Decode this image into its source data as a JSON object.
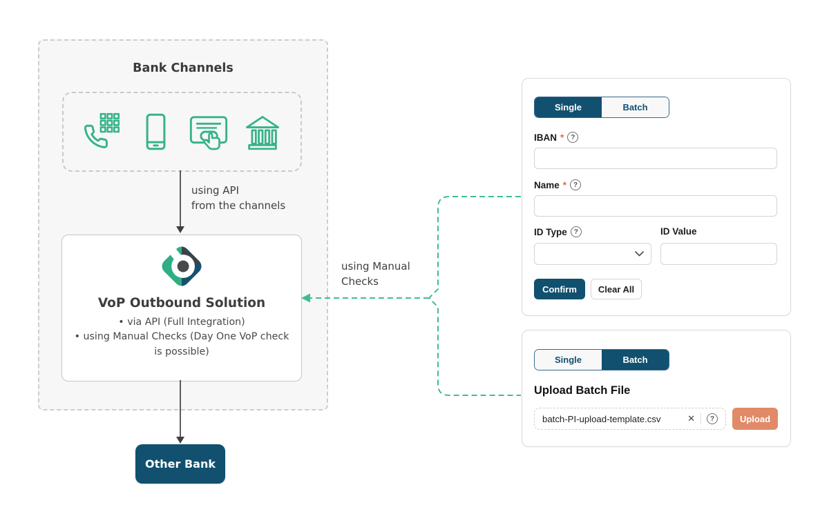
{
  "diagram": {
    "bank_channels_title": "Bank Channels",
    "channel_icons": [
      "phone-keypad",
      "smartphone",
      "card-tap",
      "bank-building"
    ],
    "api_label_line1": "using API",
    "api_label_line2": "from the channels",
    "vop_title": "VoP Outbound Solution",
    "vop_bullet1": "via API (Full Integration)",
    "vop_bullet2": "using Manual Checks (Day One VoP check is possible)",
    "manual_label_line1": "using Manual",
    "manual_label_line2": "Checks",
    "other_bank_label": "Other Bank"
  },
  "single_panel": {
    "tab_single": "Single",
    "tab_batch": "Batch",
    "iban_label": "IBAN",
    "name_label": "Name",
    "id_type_label": "ID Type",
    "id_value_label": "ID Value",
    "required_marker": "*",
    "iban_value": "",
    "name_value": "",
    "id_type_value": "",
    "id_value_value": "",
    "confirm_label": "Confirm",
    "clear_all_label": "Clear All"
  },
  "batch_panel": {
    "tab_single": "Single",
    "tab_batch": "Batch",
    "heading": "Upload Batch File",
    "file_name": "batch-PI-upload-template.csv",
    "upload_label": "Upload"
  },
  "icons": {
    "help_glyph": "?",
    "close_glyph": "✕"
  },
  "colors": {
    "brand_green": "#36b388",
    "brand_navy": "#11506f",
    "accent_salmon": "#e18a68",
    "required_red": "#e0684b"
  }
}
